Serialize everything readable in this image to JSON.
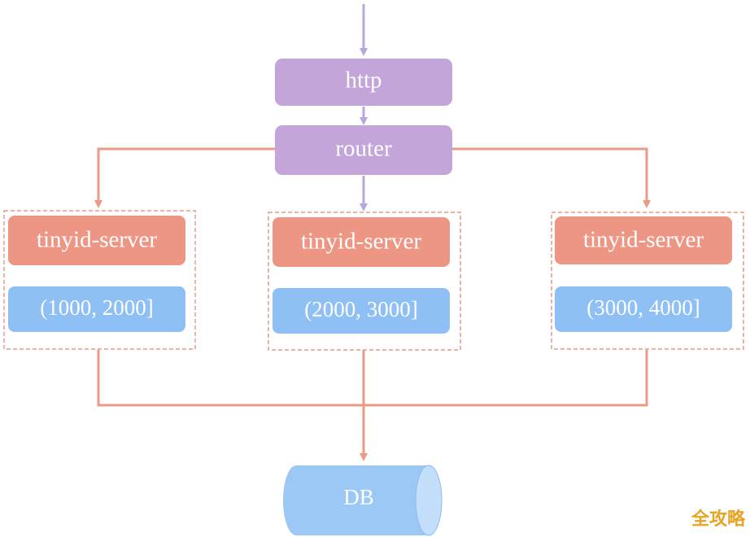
{
  "diagram": {
    "http_label": "http",
    "router_label": "router",
    "servers": [
      {
        "name": "tinyid-server",
        "range": "(1000, 2000]"
      },
      {
        "name": "tinyid-server",
        "range": "(2000, 3000]"
      },
      {
        "name": "tinyid-server",
        "range": "(3000, 4000]"
      }
    ],
    "db_label": "DB"
  },
  "watermark": "全攻略",
  "colors": {
    "purple_node": "#c3a5d9",
    "purple_line": "#b9a6df",
    "salmon_node": "#ee9684",
    "salmon_line": "#eb9a86",
    "blue_node": "#8ec0f6",
    "db_fill": "#9cc8f5"
  }
}
